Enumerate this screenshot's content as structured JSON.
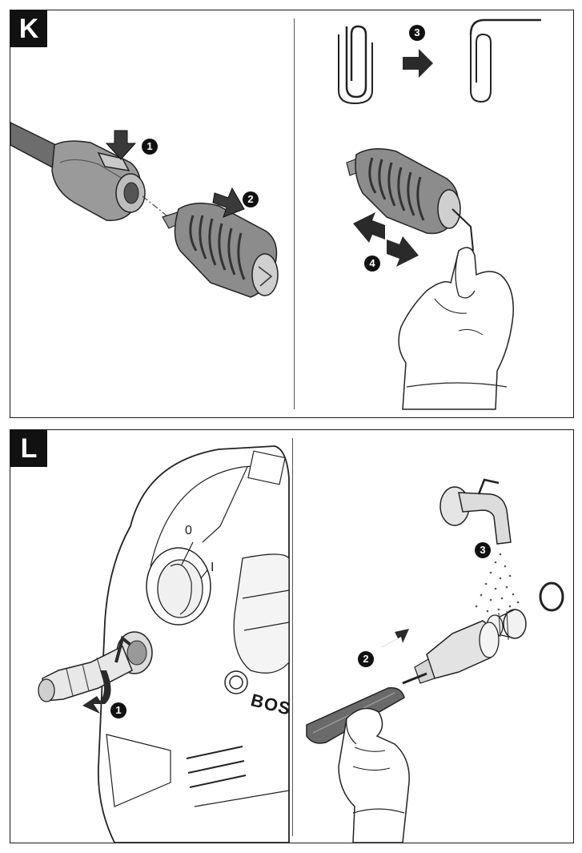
{
  "panels": [
    {
      "badge": "K",
      "steps": [
        "1",
        "2",
        "3",
        "4"
      ]
    },
    {
      "badge": "L",
      "steps": [
        "1",
        "2",
        "3"
      ],
      "brand_text": "BOS",
      "switch_off": "0",
      "switch_on": "I"
    }
  ]
}
